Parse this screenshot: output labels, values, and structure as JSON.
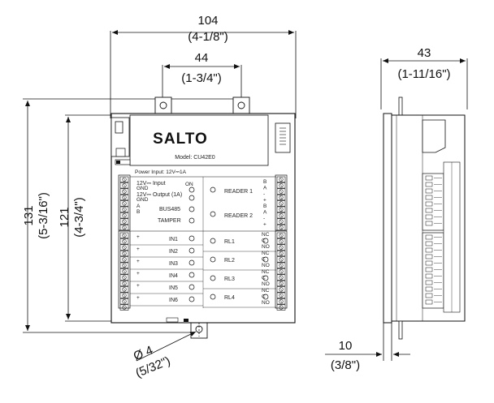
{
  "dimensions": {
    "overall_width": {
      "mm": "104",
      "inch": "(4-1/8\")"
    },
    "hole_spacing": {
      "mm": "44",
      "inch": "(1-3/4\")"
    },
    "depth": {
      "mm": "43",
      "inch": "(1-11/16\")"
    },
    "overall_height": {
      "mm": "131",
      "inch": "(5-3/16\")"
    },
    "body_height": {
      "mm": "121",
      "inch": "(4-3/4\")"
    },
    "hole_diameter": {
      "mm": "Ø 4",
      "inch": "(5/32\")"
    },
    "standoff": {
      "mm": "10",
      "inch": "(3/8\")"
    }
  },
  "device": {
    "brand": "SALTO",
    "model": "Model: CU42E0",
    "power_input_label": "Power Input: 12V⎓1A",
    "on_label": "ON",
    "input_12v": "12V⎓ Input",
    "output_12v": "12V⎓ Output (1A)",
    "gnd": "GND",
    "bus485": "BUS485",
    "tamper": "TAMPER",
    "reader1": "READER 1",
    "reader2": "READER 2",
    "inputs": [
      "IN1",
      "IN2",
      "IN3",
      "IN4",
      "IN5",
      "IN6"
    ],
    "relays": [
      "RL1",
      "RL2",
      "RL3",
      "RL4"
    ],
    "relay_terminals": [
      "NC",
      "C",
      "NO"
    ],
    "reader_terminals": [
      "B",
      "A",
      "-",
      "+"
    ],
    "bus_terminals": [
      "A",
      "B"
    ]
  }
}
